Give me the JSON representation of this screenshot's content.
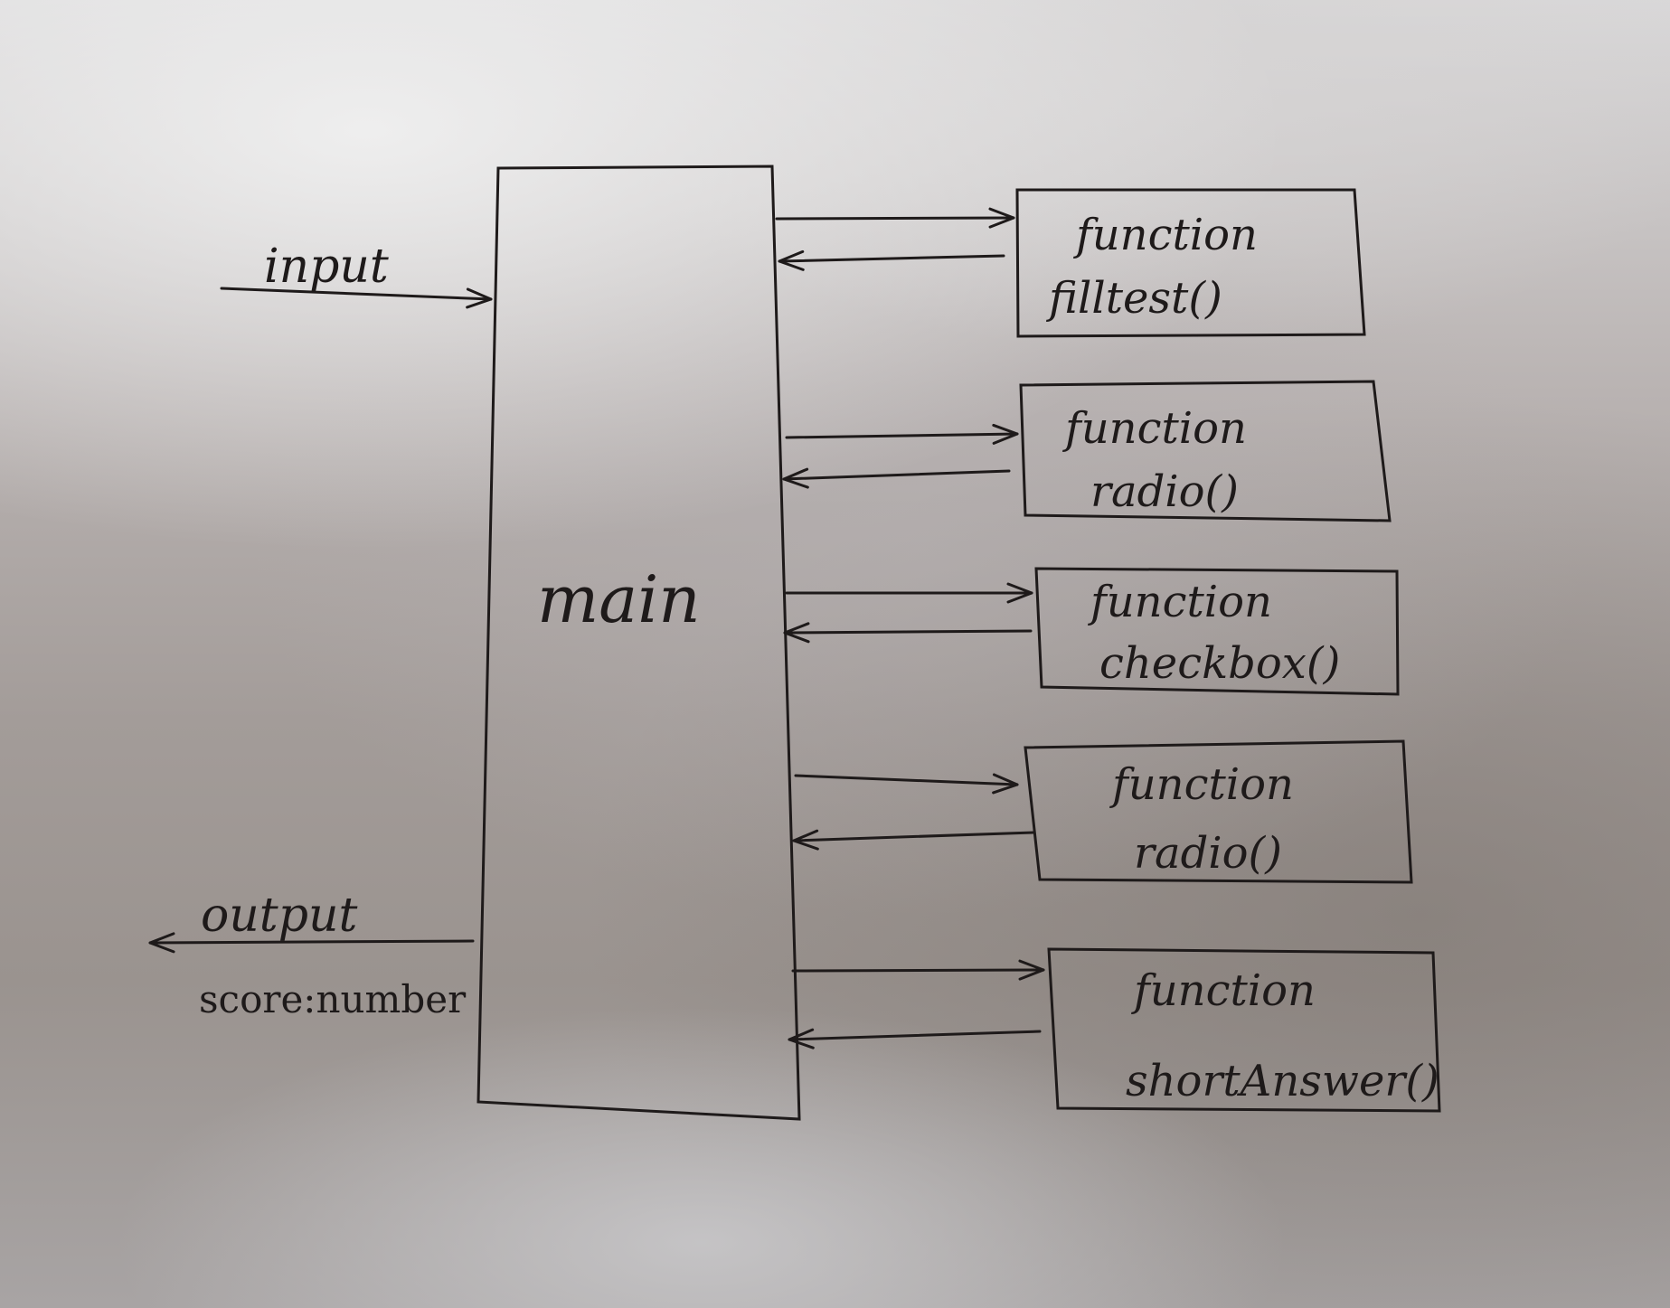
{
  "diagram": {
    "main": {
      "label": "main"
    },
    "input": {
      "label": "input"
    },
    "output": {
      "label": "output",
      "type_label": "score:number"
    },
    "functions": [
      {
        "keyword": "function",
        "name": "filltest()"
      },
      {
        "keyword": "function",
        "name": "radio()"
      },
      {
        "keyword": "function",
        "name": "checkbox()"
      },
      {
        "keyword": "function",
        "name": "radio()"
      },
      {
        "keyword": "function",
        "name": "shortAnswer()"
      }
    ],
    "colors": {
      "ink": "#1e1a1a",
      "paper": "#b9b3b2"
    }
  }
}
